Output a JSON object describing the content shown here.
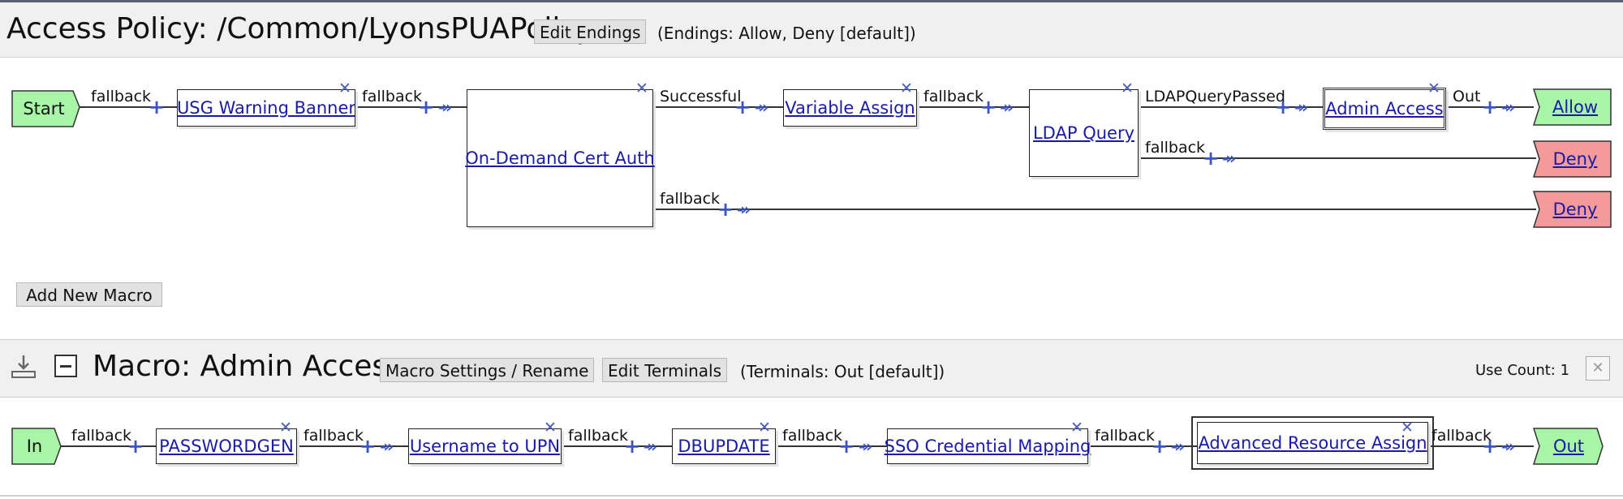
{
  "policy": {
    "title": "Access Policy: /Common/LyonsPUAPolicy",
    "edit_endings_label": "Edit Endings",
    "endings_note": "(Endings: Allow, Deny [default])",
    "add_macro_label": "Add New Macro",
    "start_label": "Start",
    "nodes": {
      "usg": "USG Warning Banner",
      "cert": "On-Demand Cert Auth",
      "var": "Variable Assign",
      "ldap": "LDAP Query",
      "admin": "Admin Access"
    },
    "branches": {
      "start_fallback": "fallback",
      "usg_fallback": "fallback",
      "cert_successful": "Successful",
      "cert_fallback": "fallback",
      "var_fallback": "fallback",
      "ldap_passed": "LDAPQueryPassed",
      "ldap_fallback": "fallback",
      "admin_out": "Out"
    },
    "endings": {
      "allow": "Allow",
      "deny1": "Deny",
      "deny2": "Deny"
    }
  },
  "macro": {
    "title": "Macro: Admin Access",
    "settings_label": "Macro Settings / Rename",
    "edit_terminals_label": "Edit Terminals",
    "terminals_note": "(Terminals: Out [default])",
    "use_count": "Use Count: 1",
    "in_label": "In",
    "out_label": "Out",
    "nodes": {
      "pwgen": "PASSWORDGEN",
      "upn": "Username to UPN",
      "dbupdate": "DBUPDATE",
      "sso": "SSO Credential Mapping",
      "ara": "Advanced Resource Assign"
    },
    "branches": {
      "in_fallback": "fallback",
      "pwgen_fallback": "fallback",
      "upn_fallback": "fallback",
      "db_fallback": "fallback",
      "sso_fallback": "fallback",
      "ara_fallback": "fallback"
    }
  },
  "colors": {
    "start": "#a8f5a8",
    "allow": "#a8f5a8",
    "deny": "#f59a9a",
    "link": "#1a1aa6",
    "connector": "#3a54c0"
  },
  "icons": {
    "delete": "close-x-icon",
    "collapse": "minus-box-icon",
    "export": "export-icon",
    "close": "close-box-icon"
  }
}
